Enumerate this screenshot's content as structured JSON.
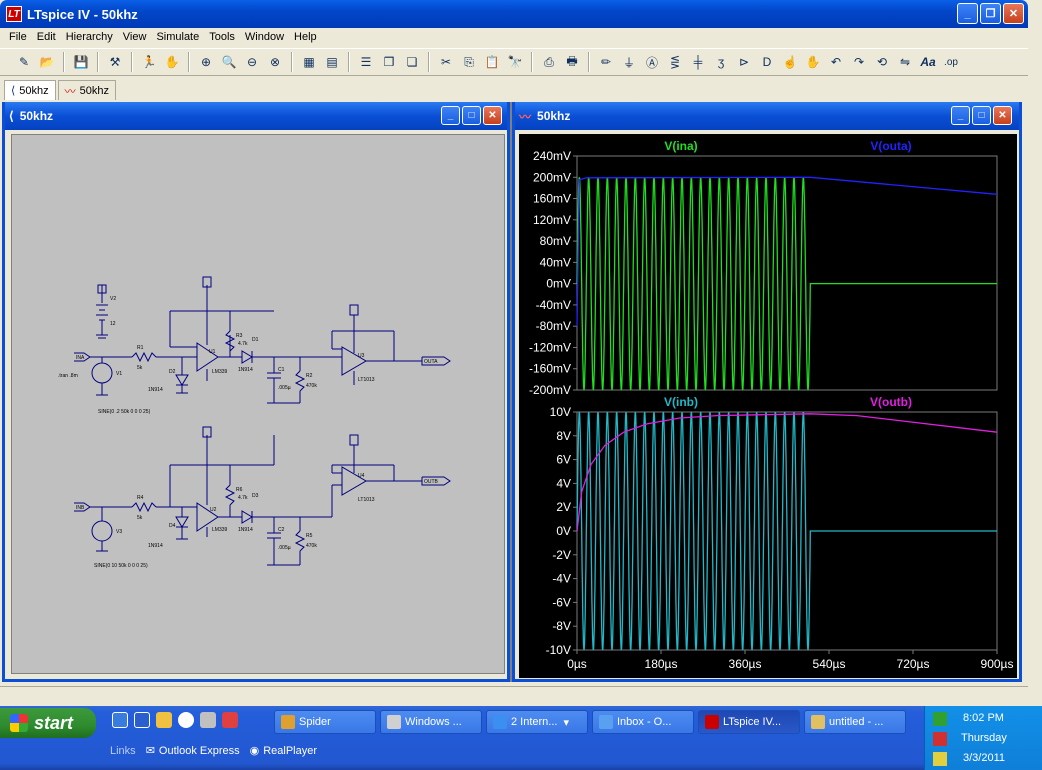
{
  "window": {
    "title": "LTspice IV - 50khz"
  },
  "menu": [
    "File",
    "Edit",
    "Hierarchy",
    "View",
    "Simulate",
    "Tools",
    "Window",
    "Help"
  ],
  "tabs": [
    {
      "label": "50khz",
      "kind": "schematic"
    },
    {
      "label": "50khz",
      "kind": "waveform"
    }
  ],
  "schematic": {
    "title": "50khz",
    "directive": ".tran .8m",
    "sources": [
      "SINE(0 .2 50k 0 0 0 25)",
      "SINE(0 10 50k 0 0 0 25)"
    ],
    "labels": {
      "v2": "V2",
      "v2_val": "12",
      "v1": "V1",
      "v3": "V3",
      "r1": "R1",
      "r1_val": "5k",
      "r4": "R4",
      "r4_val": "5k",
      "d2": "D2",
      "d4": "D4",
      "diode_model": "1N914",
      "u1": "U1",
      "u2": "U2",
      "opamp1_model": "LM339",
      "r3": "R3",
      "r6": "R6",
      "r_fb_val": "4.7k",
      "d1": "D1",
      "d3": "D3",
      "c1": "C1",
      "c2": "C2",
      "cap_val": ".005µ",
      "r2": "R2",
      "r5": "R5",
      "r_load_val": "470k",
      "u3": "U3",
      "u4": "U4",
      "opamp2_model": "LT1013",
      "ina": "INA",
      "inb": "INB",
      "outa": "OUTA",
      "outb": "OUTB"
    }
  },
  "plot": {
    "title": "50khz",
    "colors": {
      "ina": "#22dd22",
      "outa": "#2222ff",
      "inb": "#22b8c8",
      "outb": "#e020e0",
      "grid": "#7a7a7a"
    }
  },
  "chart_data": [
    {
      "type": "line",
      "ylim": [
        -200,
        240
      ],
      "yunit": "mV",
      "yticks": [
        "240mV",
        "200mV",
        "160mV",
        "120mV",
        "80mV",
        "40mV",
        "0mV",
        "-40mV",
        "-80mV",
        "-120mV",
        "-160mV",
        "-200mV"
      ],
      "xlim": [
        0,
        900
      ],
      "series": [
        {
          "name": "V(ina)",
          "kind": "sine",
          "amplitude": 200,
          "freq_per_us": 0.05,
          "cycles": 25
        },
        {
          "name": "V(outa)",
          "kind": "envelope",
          "points": [
            [
              0,
              -80
            ],
            [
              5,
              195
            ],
            [
              20,
              199
            ],
            [
              500,
              200
            ],
            [
              900,
              168
            ]
          ]
        }
      ]
    },
    {
      "type": "line",
      "ylim": [
        -10,
        10
      ],
      "yunit": "V",
      "yticks": [
        "10V",
        "8V",
        "6V",
        "4V",
        "2V",
        "0V",
        "-2V",
        "-4V",
        "-6V",
        "-8V",
        "-10V"
      ],
      "xlim": [
        0,
        900
      ],
      "xticks": [
        "0µs",
        "180µs",
        "360µs",
        "540µs",
        "720µs",
        "900µs"
      ],
      "series": [
        {
          "name": "V(inb)",
          "kind": "sine",
          "amplitude": 10,
          "freq_per_us": 0.05,
          "cycles": 25
        },
        {
          "name": "V(outb)",
          "kind": "envelope",
          "points": [
            [
              0,
              0
            ],
            [
              10,
              3.3
            ],
            [
              30,
              5.6
            ],
            [
              60,
              7.2
            ],
            [
              100,
              8.3
            ],
            [
              150,
              9.0
            ],
            [
              220,
              9.5
            ],
            [
              300,
              9.7
            ],
            [
              500,
              9.85
            ],
            [
              600,
              9.7
            ],
            [
              900,
              8.3
            ]
          ]
        }
      ]
    }
  ],
  "taskbar": {
    "start": "start",
    "tasks": [
      "Spider",
      "Windows ...",
      "2 Intern...",
      "Inbox - O...",
      "LTspice IV...",
      "untitled - ..."
    ],
    "links_label": "Links",
    "links": [
      "Outlook Express",
      "RealPlayer"
    ],
    "clock": {
      "time": "8:02 PM",
      "day": "Thursday",
      "date": "3/3/2011"
    }
  }
}
